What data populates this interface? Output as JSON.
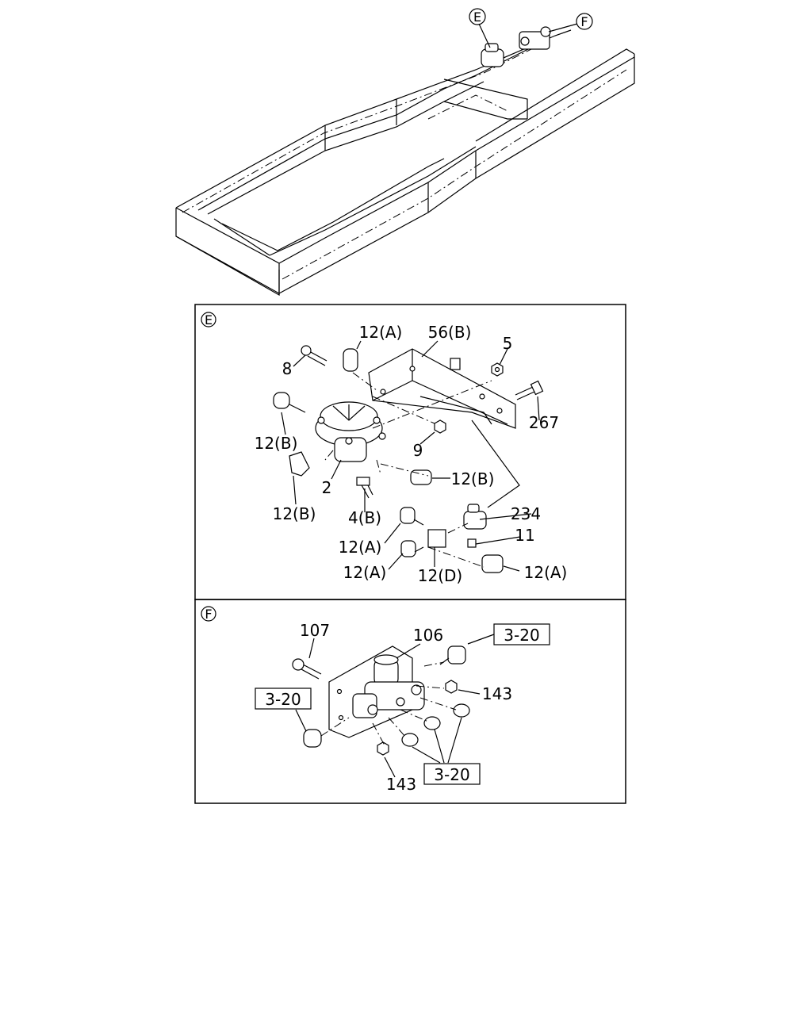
{
  "overview": {
    "callout_e": "E",
    "callout_f": "F"
  },
  "panel_e": {
    "tag": "E",
    "labels": {
      "p12a_top": "12(A)",
      "p56b": "56(B)",
      "p5": "5",
      "p8": "8",
      "p267": "267",
      "p12b_left": "12(B)",
      "p9": "9",
      "p2": "2",
      "p12b_right": "12(B)",
      "p12b_bottom": "12(B)",
      "p4b": "4(B)",
      "p234": "234",
      "p11": "11",
      "p12a_mid": "12(A)",
      "p12a_low": "12(A)",
      "p12d": "12(D)",
      "p12a_right": "12(A)"
    }
  },
  "panel_f": {
    "tag": "F",
    "labels": {
      "p107": "107",
      "p106": "106",
      "ref_top": "3-20",
      "p143_right": "143",
      "ref_left": "3-20",
      "p143_bottom": "143",
      "ref_bottom": "3-20"
    }
  }
}
